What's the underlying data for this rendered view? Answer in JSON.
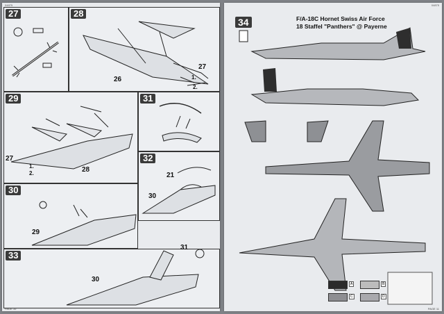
{
  "left_page": {
    "header": "04875",
    "footer": "PAGE 10",
    "steps": [
      {
        "num": "27"
      },
      {
        "num": "28",
        "part_label": "26",
        "callouts": [
          "27",
          "1.",
          "2."
        ]
      },
      {
        "num": "29",
        "part_labels": [
          "27",
          "1.",
          "2.",
          "28"
        ]
      },
      {
        "num": "31"
      },
      {
        "num": "32",
        "part_label": "21",
        "callout": "30"
      },
      {
        "num": "30",
        "part_label": "29"
      },
      {
        "num": "33",
        "part_labels": [
          "31",
          "30"
        ]
      }
    ]
  },
  "right_page": {
    "header": "04875",
    "footer": "PAGE 11",
    "step": "34",
    "title_line1": "F/A-18C Hornet   Swiss Air Force",
    "title_line2": "18 Staffel  \"Panthers\" @ Payerne",
    "swatch_labels": [
      "A",
      "B",
      "C",
      "D"
    ],
    "swatch_colors": [
      "#2b2b2b",
      "#bcbcbc",
      "#8e8e92",
      "#a9a9ad"
    ]
  }
}
